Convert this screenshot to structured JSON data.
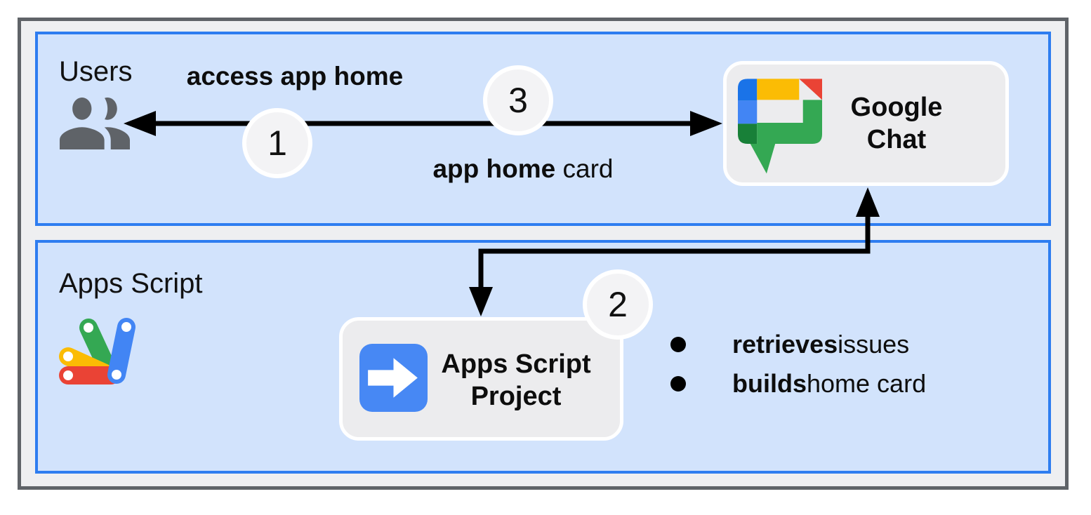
{
  "sections": {
    "users": {
      "label": "Users"
    },
    "apps_script": {
      "label": "Apps Script"
    }
  },
  "nodes": {
    "google_chat": {
      "title": "Google Chat"
    },
    "apps_script_project": {
      "title": "Apps Script Project"
    }
  },
  "edges": {
    "access_app_home": {
      "label": "access app home",
      "step": "1"
    },
    "app_home_card": {
      "label_bold": "app home",
      "label_rest": " card",
      "step": "3"
    },
    "chat_to_script": {
      "step": "2"
    }
  },
  "bullets": [
    {
      "bold": "retrieves",
      "rest": " issues"
    },
    {
      "bold": "builds",
      "rest": " home card"
    }
  ],
  "colors": {
    "section_fill": "#d2e3fc",
    "section_border": "#2e7df0",
    "frame_fill": "#eeeff1",
    "frame_border": "#5f6368",
    "node_fill": "#ececee",
    "arrow_black": "#000000",
    "users_icon_gray": "#5f6368",
    "google_blue": "#4285f4",
    "google_dark_blue": "#1a73e8",
    "google_red": "#ea4335",
    "google_yellow": "#fbbc04",
    "google_green": "#34a853",
    "google_dark_green": "#188038"
  }
}
